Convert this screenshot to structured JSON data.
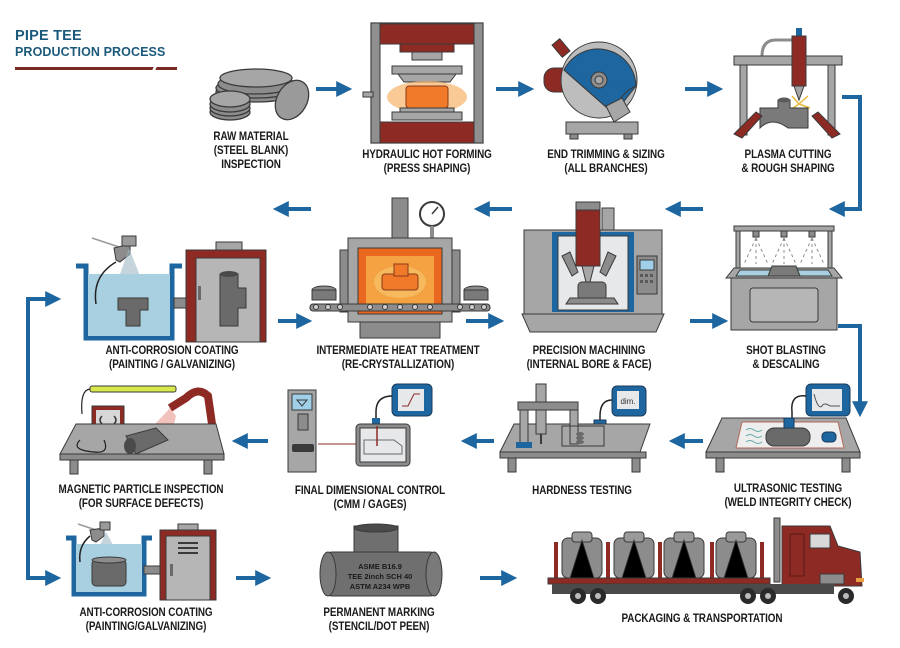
{
  "title": {
    "line1": "PIPE TEE",
    "line2": "PRODUCTION PROCESS"
  },
  "colors": {
    "title_blue": "#1c5a7c",
    "arrow_blue": "#1d66a0",
    "accent_red": "#8e2a24",
    "steel_gray": "#9a9a9a",
    "furnace_orange": "#f08a2a"
  },
  "steps": [
    {
      "id": "raw-material",
      "icon": "steel-blank-stack-icon",
      "lines": [
        "RAW MATERIAL",
        "(STEEL BLANK)",
        "INSPECTION"
      ]
    },
    {
      "id": "hydraulic-hot-forming",
      "icon": "hydraulic-press-icon",
      "lines": [
        "HYDRAULIC HOT FORMING",
        "(PRESS SHAPING)"
      ]
    },
    {
      "id": "end-trimming",
      "icon": "cutoff-saw-icon",
      "lines": [
        "END TRIMMING & SIZING",
        "(ALL BRANCHES)"
      ]
    },
    {
      "id": "plasma-cutting",
      "icon": "plasma-cutter-gantry-icon",
      "lines": [
        "PLASMA CUTTING",
        "& ROUGH SHAPING"
      ]
    },
    {
      "id": "shot-blasting",
      "icon": "shot-blast-cabinet-icon",
      "lines": [
        "SHOT BLASTING",
        "& DESCALING"
      ]
    },
    {
      "id": "precision-machining",
      "icon": "cnc-machine-icon",
      "lines": [
        "PRECISION MACHINING",
        "(INTERNAL BORE & FACE)"
      ]
    },
    {
      "id": "heat-treatment",
      "icon": "heat-treatment-furnace-icon",
      "lines": [
        "INTERMEDIATE HEAT TREATMENT",
        "(RE-CRYSTALLIZATION)"
      ]
    },
    {
      "id": "anti-corrosion-1",
      "icon": "coating-tank-and-oven-icon",
      "lines": [
        "ANTI-CORROSION COATING",
        "(PAINTING / GALVANIZING)"
      ]
    },
    {
      "id": "ultrasonic-testing",
      "icon": "ultrasonic-tester-icon",
      "lines": [
        "ULTRASONIC TESTING",
        "(WELD INTEGRITY CHECK)"
      ]
    },
    {
      "id": "hardness-testing",
      "icon": "hardness-tester-icon",
      "lines": [
        "HARDNESS TESTING"
      ],
      "screen_text": "dim."
    },
    {
      "id": "final-dimensional",
      "icon": "cmm-gauge-icon",
      "lines": [
        "FINAL DIMENSIONAL CONTROL",
        "(CMM / GAGES)"
      ]
    },
    {
      "id": "magnetic-particle",
      "icon": "magnetic-particle-bench-icon",
      "lines": [
        "MAGNETIC PARTICLE INSPECTION",
        "(FOR SURFACE DEFECTS)"
      ]
    },
    {
      "id": "anti-corrosion-2",
      "icon": "coating-tank-and-cabinet-icon",
      "lines": [
        "ANTI-CORROSION COATING",
        "(PAINTING/GALVANIZING)"
      ]
    },
    {
      "id": "permanent-marking",
      "icon": "marked-pipe-tee-icon",
      "lines": [
        "PERMANENT MARKING",
        "(STENCIL/DOT PEEN)"
      ],
      "marking": [
        "ASME B16.9",
        "TEE 2inch SCH 40",
        "ASTM A234 WPB"
      ]
    },
    {
      "id": "packaging-transport",
      "icon": "flatbed-truck-icon",
      "lines": [
        "PACKAGING & TRANSPORTATION"
      ]
    }
  ]
}
